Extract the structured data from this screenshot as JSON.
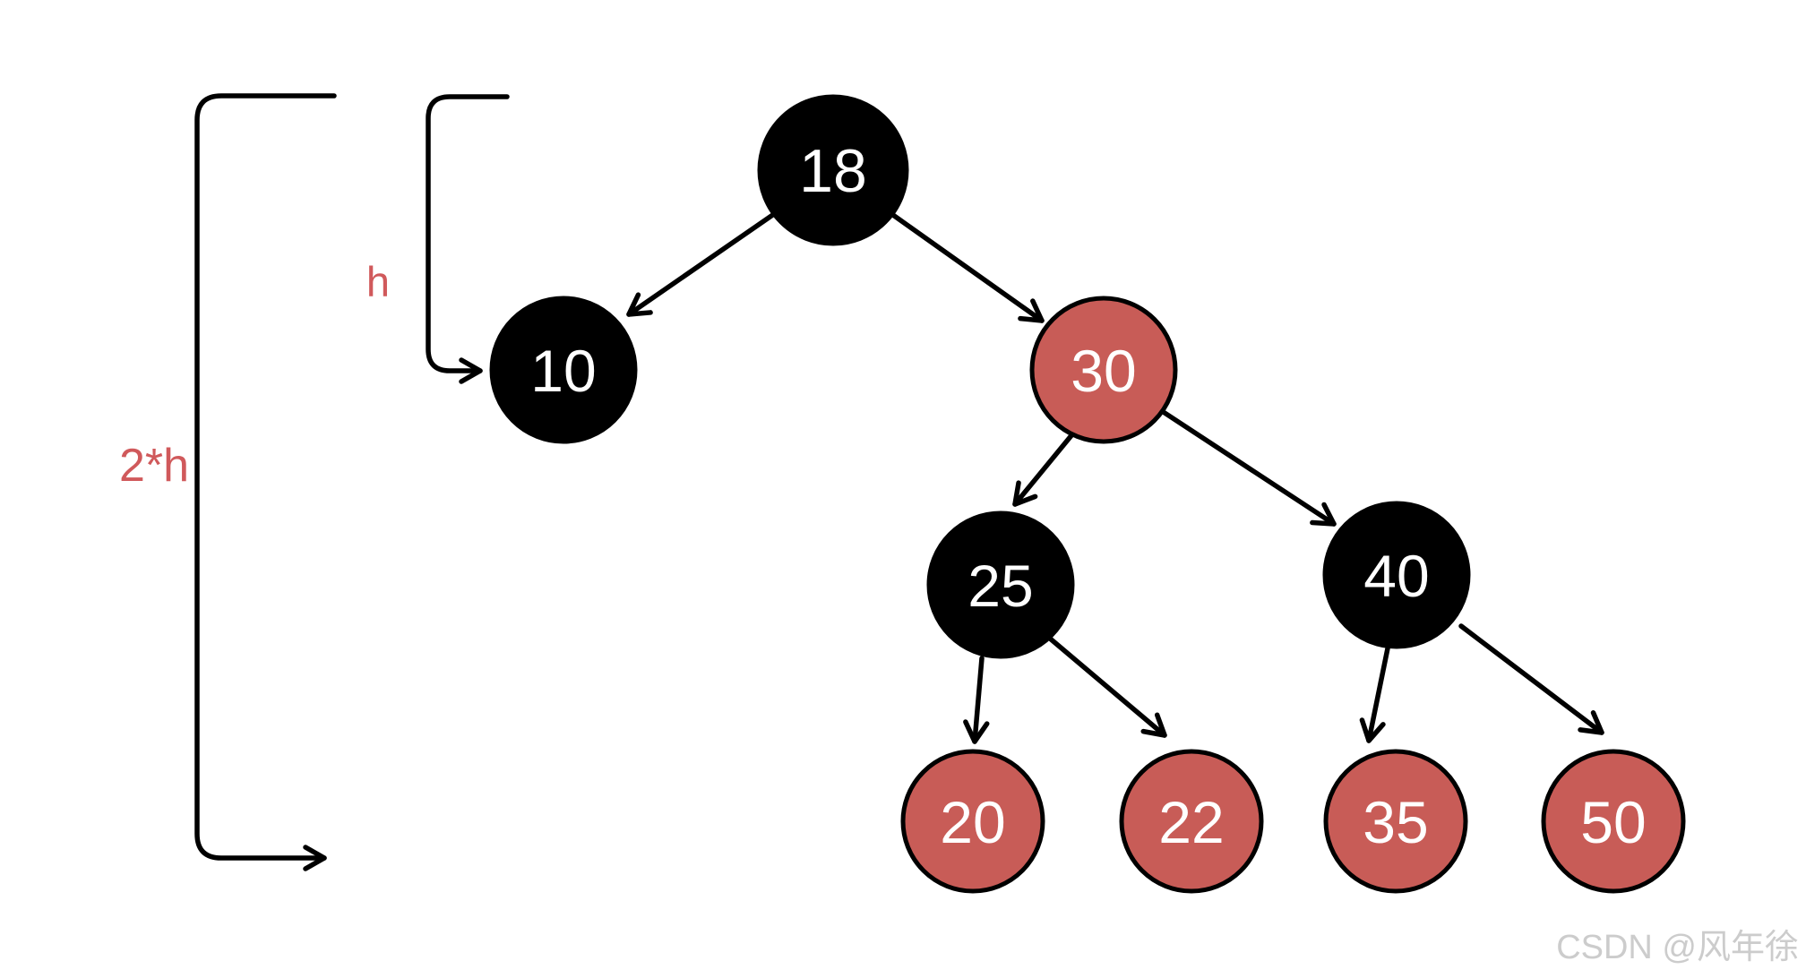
{
  "diagram": {
    "type": "red-black-tree",
    "nodes": [
      {
        "label": "18",
        "color": "black"
      },
      {
        "label": "10",
        "color": "black"
      },
      {
        "label": "30",
        "color": "red"
      },
      {
        "label": "25",
        "color": "black"
      },
      {
        "label": "40",
        "color": "black"
      },
      {
        "label": "20",
        "color": "red"
      },
      {
        "label": "22",
        "color": "red"
      },
      {
        "label": "35",
        "color": "red"
      },
      {
        "label": "50",
        "color": "red"
      }
    ],
    "edges": [
      {
        "from": "18",
        "to": "10"
      },
      {
        "from": "18",
        "to": "30"
      },
      {
        "from": "30",
        "to": "25"
      },
      {
        "from": "30",
        "to": "40"
      },
      {
        "from": "25",
        "to": "20"
      },
      {
        "from": "25",
        "to": "22"
      },
      {
        "from": "40",
        "to": "35"
      },
      {
        "from": "40",
        "to": "50"
      }
    ],
    "annotations": {
      "inner_height_label": "h",
      "outer_height_label": "2*h"
    },
    "colors": {
      "black_node_fill": "#000000",
      "red_node_fill": "#c85c57",
      "node_outline": "#000000",
      "node_text": "#ffffff",
      "annotation_text": "#d0595b",
      "edge_stroke": "#000000",
      "background": "#ffffff",
      "watermark_text": "#cccccc"
    }
  },
  "watermark": {
    "text": "CSDN @风年徐"
  }
}
